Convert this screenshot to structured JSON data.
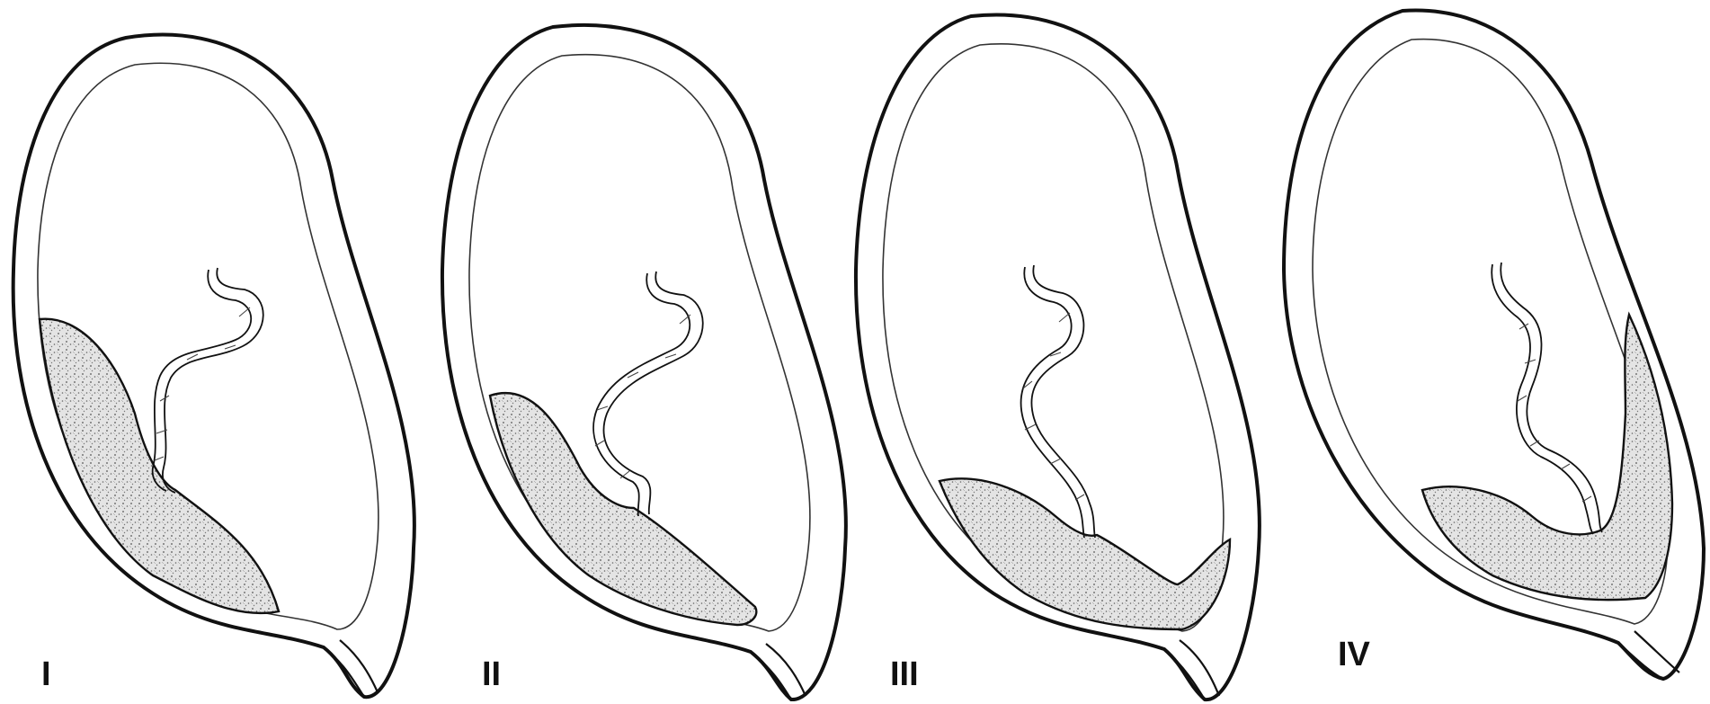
{
  "panels": [
    {
      "label": "I"
    },
    {
      "label": "II"
    },
    {
      "label": "III"
    },
    {
      "label": "IV"
    }
  ],
  "colors": {
    "ink": "#111111",
    "placenta_fill": "#d9d9d9",
    "background": "#ffffff"
  }
}
